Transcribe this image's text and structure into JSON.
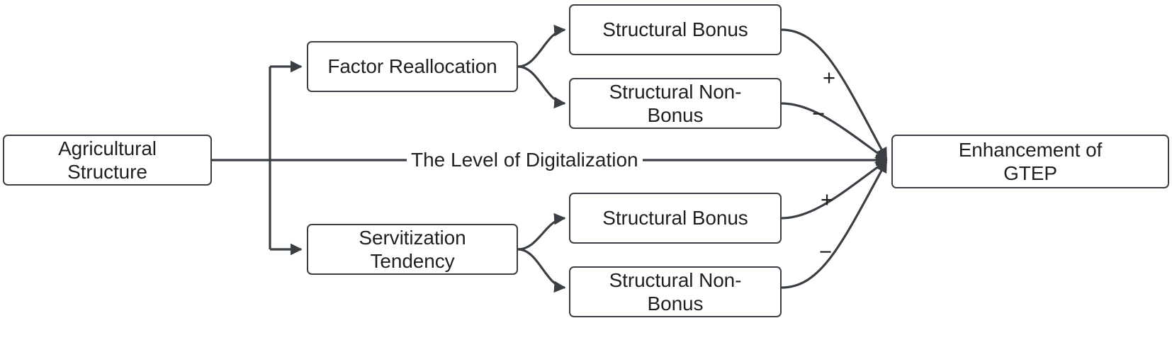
{
  "diagram": {
    "title": "Agricultural Structure to Enhancement of GTEP mechanism diagram",
    "colors": {
      "stroke": "#3a3f45",
      "text": "#231f20",
      "background": "#ffffff"
    },
    "nodes": [
      {
        "id": "agricultural-structure",
        "label": "Agricultural\nStructure"
      },
      {
        "id": "factor-reallocation",
        "label": "Factor Reallocation"
      },
      {
        "id": "servitization-tendency",
        "label": "Servitization\nTendency"
      },
      {
        "id": "factor-structural-bonus",
        "label": "Structural Bonus"
      },
      {
        "id": "factor-structural-non-bonus",
        "label": "Structural Non-\nBonus"
      },
      {
        "id": "servitization-structural-bonus",
        "label": "Structural Bonus"
      },
      {
        "id": "servitization-structural-non-bonus",
        "label": "Structural Non-\nBonus"
      },
      {
        "id": "enhancement-of-gtep",
        "label": "Enhancement of\nGTEP"
      }
    ],
    "edge_labels": [
      {
        "id": "digitalization-label",
        "text": "The Level of Digitalization"
      }
    ],
    "signs": [
      {
        "id": "sign-upper-plus",
        "text": "+"
      },
      {
        "id": "sign-upper-minus",
        "text": "−"
      },
      {
        "id": "sign-lower-plus",
        "text": "+"
      },
      {
        "id": "sign-lower-minus",
        "text": "−"
      }
    ]
  }
}
